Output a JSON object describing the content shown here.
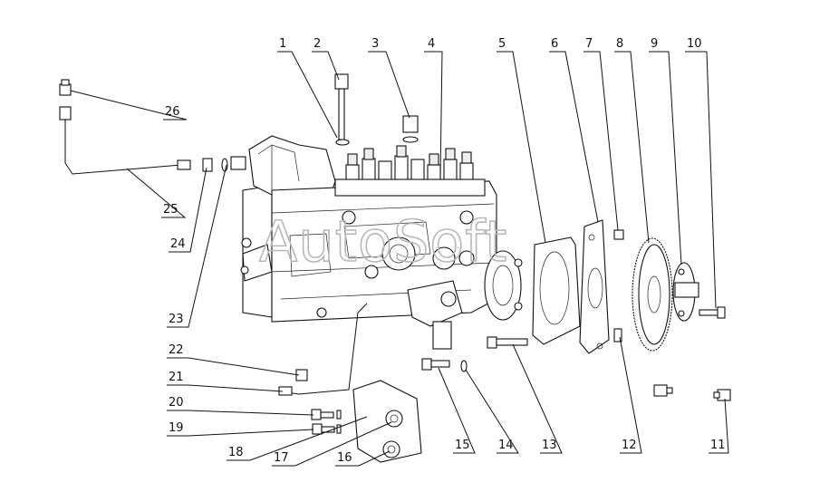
{
  "watermark": "AutoSoft",
  "callouts": [
    {
      "id": "callout-1",
      "label": "1"
    },
    {
      "id": "callout-2",
      "label": "2"
    },
    {
      "id": "callout-3",
      "label": "3"
    },
    {
      "id": "callout-4",
      "label": "4"
    },
    {
      "id": "callout-5",
      "label": "5"
    },
    {
      "id": "callout-6",
      "label": "6"
    },
    {
      "id": "callout-7",
      "label": "7"
    },
    {
      "id": "callout-8",
      "label": "8"
    },
    {
      "id": "callout-9",
      "label": "9"
    },
    {
      "id": "callout-10",
      "label": "10"
    },
    {
      "id": "callout-11",
      "label": "11"
    },
    {
      "id": "callout-12",
      "label": "12"
    },
    {
      "id": "callout-13",
      "label": "13"
    },
    {
      "id": "callout-14",
      "label": "14"
    },
    {
      "id": "callout-15",
      "label": "15"
    },
    {
      "id": "callout-16",
      "label": "16"
    },
    {
      "id": "callout-17",
      "label": "17"
    },
    {
      "id": "callout-18",
      "label": "18"
    },
    {
      "id": "callout-19",
      "label": "19"
    },
    {
      "id": "callout-20",
      "label": "20"
    },
    {
      "id": "callout-21",
      "label": "21"
    },
    {
      "id": "callout-22",
      "label": "22"
    },
    {
      "id": "callout-23",
      "label": "23"
    },
    {
      "id": "callout-24",
      "label": "24"
    },
    {
      "id": "callout-25",
      "label": "25"
    },
    {
      "id": "callout-26",
      "label": "26"
    }
  ]
}
